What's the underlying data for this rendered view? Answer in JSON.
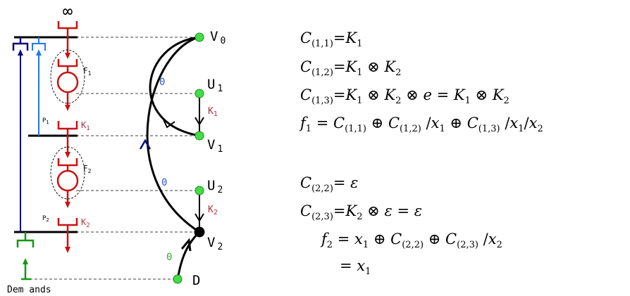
{
  "diagram": {
    "infinity_label": "∞",
    "firing_labels": [
      "F",
      "F"
    ],
    "place_labels": [
      "P",
      "P"
    ],
    "resource_labels": [
      "K",
      "K"
    ],
    "node_labels": {
      "v0": "V",
      "u1": "U",
      "v1": "V",
      "u2": "U",
      "v2": "V",
      "d": "D"
    },
    "node_subscripts": {
      "v0": "0",
      "u1": "1",
      "v1": "1",
      "u2": "2",
      "v2": "2"
    },
    "edge_labels": {
      "v1_v0": "0",
      "v2_v0": "0",
      "d_v2": "0",
      "u1_v1": "K",
      "u2_v2": "K"
    },
    "demands_label": "Dem ands",
    "colors": {
      "red": "#cc1111",
      "navy": "#0a0a80",
      "blue": "#2277ee",
      "green": "#119911",
      "node_green": "#44dd44",
      "label_red": "#aa3344",
      "zero_blue": "#3355cc",
      "zero_green": "#33aa33"
    }
  },
  "equations": {
    "c11": {
      "lhs": "C",
      "sub": "(1,1)",
      "rhs": "=K",
      "rhs_sub": "1"
    },
    "c12": {
      "lhs": "C",
      "sub": "(1,2)",
      "rhs": "=K",
      "rhs_sub": "1",
      "op": "⊗",
      "k2": "K",
      "k2_sub": "2"
    },
    "c13": {
      "lhs": "C",
      "sub": "(1,3)",
      "rhs": "=K",
      "rhs_sub": "1",
      "op": "⊗",
      "k2": "K",
      "k2_sub": "2",
      "e": "e",
      "eq": "=",
      "k1b": "K",
      "k1b_sub": "1",
      "k2b": "K",
      "k2b_sub": "2"
    },
    "f1": {
      "lhs": "f",
      "lhs_sub": "1",
      "eq": "=",
      "c1": "C",
      "c1_sub": "(1,1)",
      "oplus": "⊕",
      "c2": "C",
      "c2_sub": "(1,2)",
      "div": "/",
      "x": "x",
      "x1_sub": "1",
      "c3": "C",
      "c3_sub": "(1,3)",
      "x2_sub": "2"
    },
    "c22": {
      "lhs": "C",
      "sub": "(2,2)",
      "rhs": "= ε"
    },
    "c23": {
      "lhs": "C",
      "sub": "(2,3)",
      "rhs": "=K",
      "rhs_sub": "2",
      "op": "⊗",
      "eps": "ε",
      "eq": "=",
      "eps2": "ε"
    },
    "f2": {
      "lhs": "f",
      "lhs_sub": "2",
      "eq": "=",
      "x": "x",
      "x1_sub": "1",
      "oplus": "⊕",
      "c1": "C",
      "c1_sub": "(2,2)",
      "c2": "C",
      "c2_sub": "(2,3)",
      "div": "/",
      "x2_sub": "2"
    },
    "f2b": {
      "eq": "=",
      "x": "x",
      "x1_sub": "1"
    }
  }
}
